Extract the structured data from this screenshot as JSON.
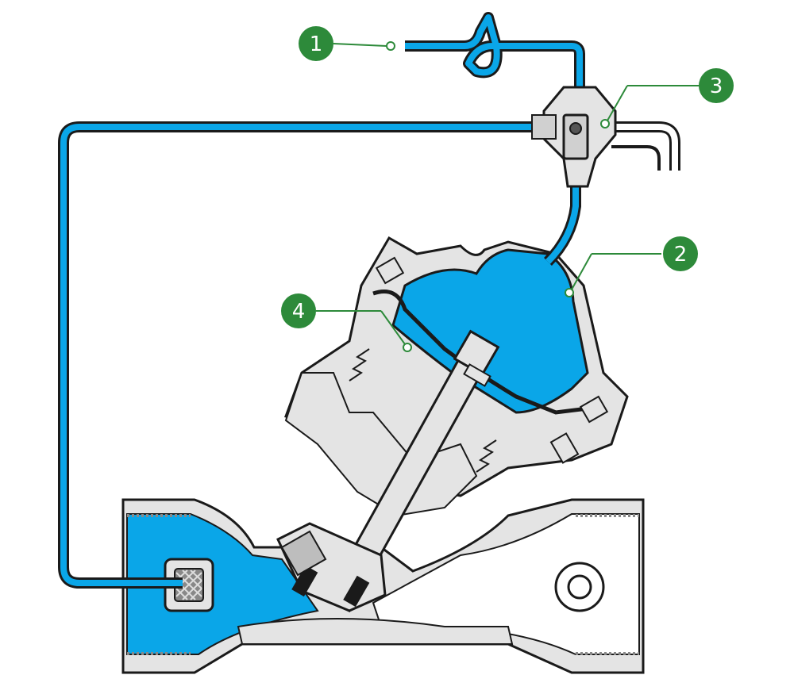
{
  "colors": {
    "water": "#0aa6e8",
    "metal": "#e4e4e4",
    "outline": "#1a1a1a",
    "callout": "#2d8a3a",
    "callout_text": "#ffffff"
  },
  "callouts": [
    {
      "id": "1",
      "label": "1",
      "target": "inlet-pressure-tube"
    },
    {
      "id": "2",
      "label": "2",
      "target": "diaphragm-chamber"
    },
    {
      "id": "3",
      "label": "3",
      "target": "three-way-solenoid"
    },
    {
      "id": "4",
      "label": "4",
      "target": "diaphragm"
    }
  ]
}
